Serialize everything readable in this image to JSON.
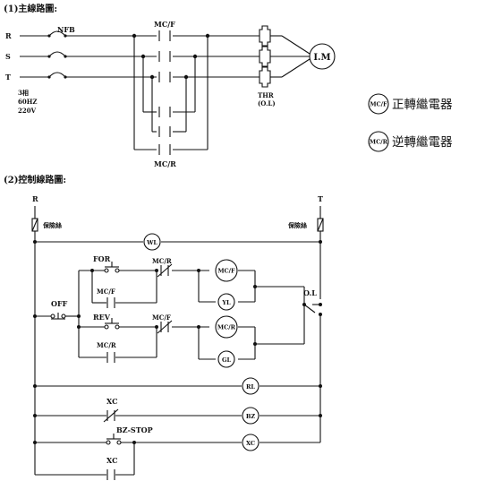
{
  "main_circuit": {
    "title": "(1)主線路圖:",
    "phases": [
      "R",
      "S",
      "T"
    ],
    "nfb": "NFB",
    "forward_contactor": "MC/F",
    "reverse_contactor": "MC/R",
    "supply": [
      "3相",
      "60HZ",
      "220V"
    ],
    "thr": [
      "THR",
      "(O.L)"
    ],
    "motor": "I.M"
  },
  "legend": {
    "items": [
      {
        "symbol": "MC/F",
        "label": "正轉繼電器"
      },
      {
        "symbol": "MC/R",
        "label": "逆轉繼電器"
      }
    ]
  },
  "control_circuit": {
    "title": "(2)控制線路圖:",
    "left_rail": "R",
    "right_rail": "T",
    "fuse_left": "保險絲",
    "fuse_right": "保險絲",
    "wl": "WL",
    "for_button": "FOR",
    "rev_button": "REV",
    "off_button": "OFF",
    "mcf_contact": "MC/F",
    "mcr_contact": "MC/R",
    "interlock_in_for": "MC/R",
    "interlock_in_rev": "MC/F",
    "mcf_coil": "MC/F",
    "mcr_coil": "MC/R",
    "yl": "YL",
    "gl": "GL",
    "ol": "O.L",
    "rl": "RL",
    "xc_nc": "XC",
    "bz": "BZ",
    "bz_stop": "BZ-STOP",
    "xc_coil": "XC",
    "xc_no": "XC"
  }
}
